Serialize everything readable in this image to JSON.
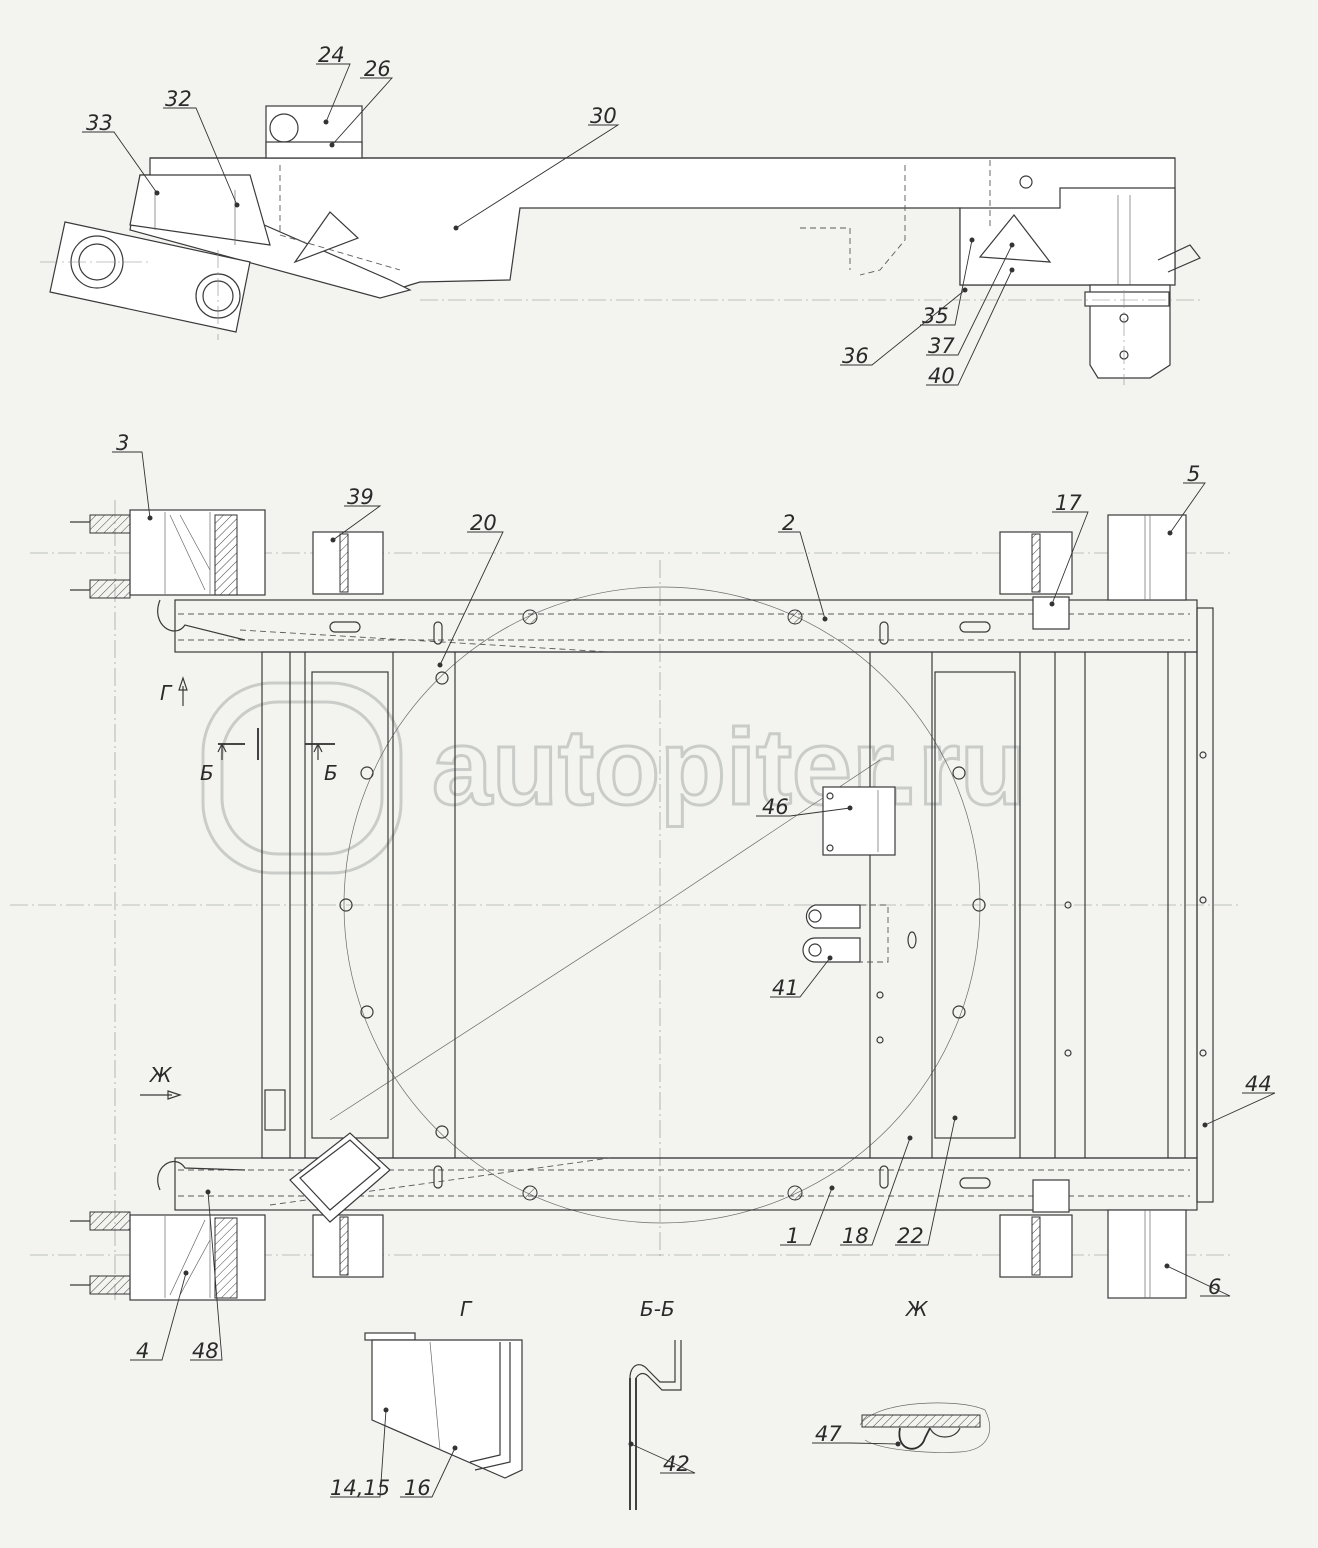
{
  "watermark": {
    "text": "autopiter.ru"
  },
  "callouts": {
    "c24": "24",
    "c26": "26",
    "c32": "32",
    "c33": "33",
    "c30": "30",
    "c35": "35",
    "c36": "36",
    "c37": "37",
    "c40": "40",
    "c3": "3",
    "c39": "39",
    "c20": "20",
    "c2": "2",
    "c17": "17",
    "c5": "5",
    "c46": "46",
    "c41": "41",
    "c44": "44",
    "c1": "1",
    "c18": "18",
    "c22": "22",
    "c6": "6",
    "c4": "4",
    "c48": "48",
    "c1415": "14,15",
    "c16": "16",
    "c42": "42",
    "c47": "47"
  },
  "section_marks": {
    "view_g_arrow": "Г",
    "cut_b_left": "Б",
    "cut_b_right": "Б",
    "view_zh_arrow": "Ж"
  },
  "view_titles": {
    "view_g": "Г",
    "section_bb": "Б-Б",
    "view_zh": "Ж"
  },
  "colors": {
    "background": "#f3f4f0",
    "line": "#3a3a3a",
    "watermark": "#c9ccc8"
  }
}
